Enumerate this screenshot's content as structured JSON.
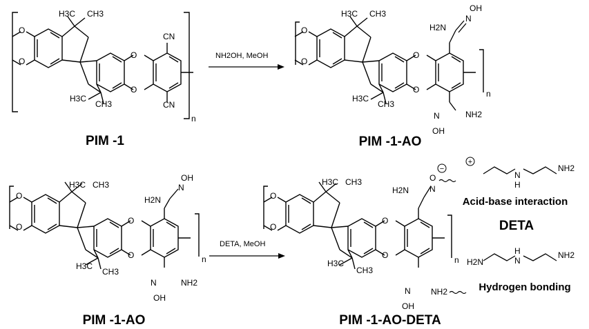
{
  "labels": {
    "pim1": "PIM -1",
    "pim1ao_top": "PIM -1-AO",
    "pim1ao_bottom": "PIM -1-AO",
    "pim1aodeta": "PIM -1-AO-DETA",
    "acid_base": "Acid-base interaction",
    "deta": "DETA",
    "hbond": "Hydrogen bonding"
  },
  "reactions": {
    "top": "NH2OH, MeOH",
    "bottom": "DETA, MeOH"
  },
  "atoms": {
    "O": "O",
    "CN": "CN",
    "n": "n",
    "H3C": "H3C",
    "CH3": "CH3",
    "H2N": "H2N",
    "NH2": "NH2",
    "OH": "OH",
    "N": "N",
    "H": "H",
    "minus": "−",
    "plus": "+"
  }
}
